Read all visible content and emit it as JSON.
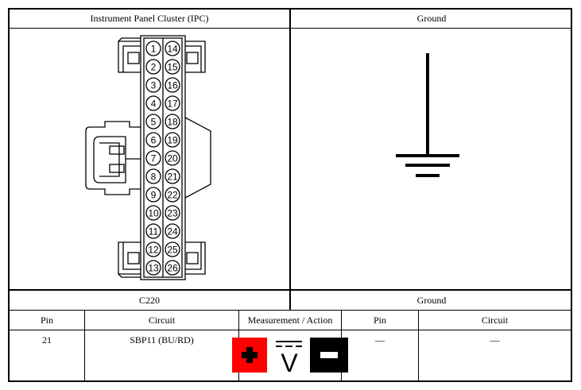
{
  "top": {
    "left_title": "Instrument Panel Cluster (IPC)",
    "right_title": "Ground"
  },
  "connector": {
    "pins_left": [
      "1",
      "2",
      "3",
      "4",
      "5",
      "6",
      "7",
      "8",
      "9",
      "10",
      "11",
      "12",
      "13"
    ],
    "pins_right": [
      "14",
      "15",
      "16",
      "17",
      "18",
      "19",
      "20",
      "21",
      "22",
      "23",
      "24",
      "25",
      "26"
    ]
  },
  "labels": {
    "left_name": "C220",
    "right_name": "Ground"
  },
  "table": {
    "headers": [
      "Pin",
      "Circuit",
      "Measurement / Action",
      "Pin",
      "Circuit"
    ],
    "row": {
      "pin": "21",
      "circuit": "SBP11 (BU/RD)",
      "meter_positive_icon": "plus-icon",
      "meter_mode_icon": "dc-voltage-icon",
      "meter_negative_icon": "minus-icon",
      "meter_mode_label": "V",
      "pin2": "—",
      "circuit2": "—"
    }
  },
  "colors": {
    "positive": "#ff0000",
    "negative": "#000000"
  }
}
